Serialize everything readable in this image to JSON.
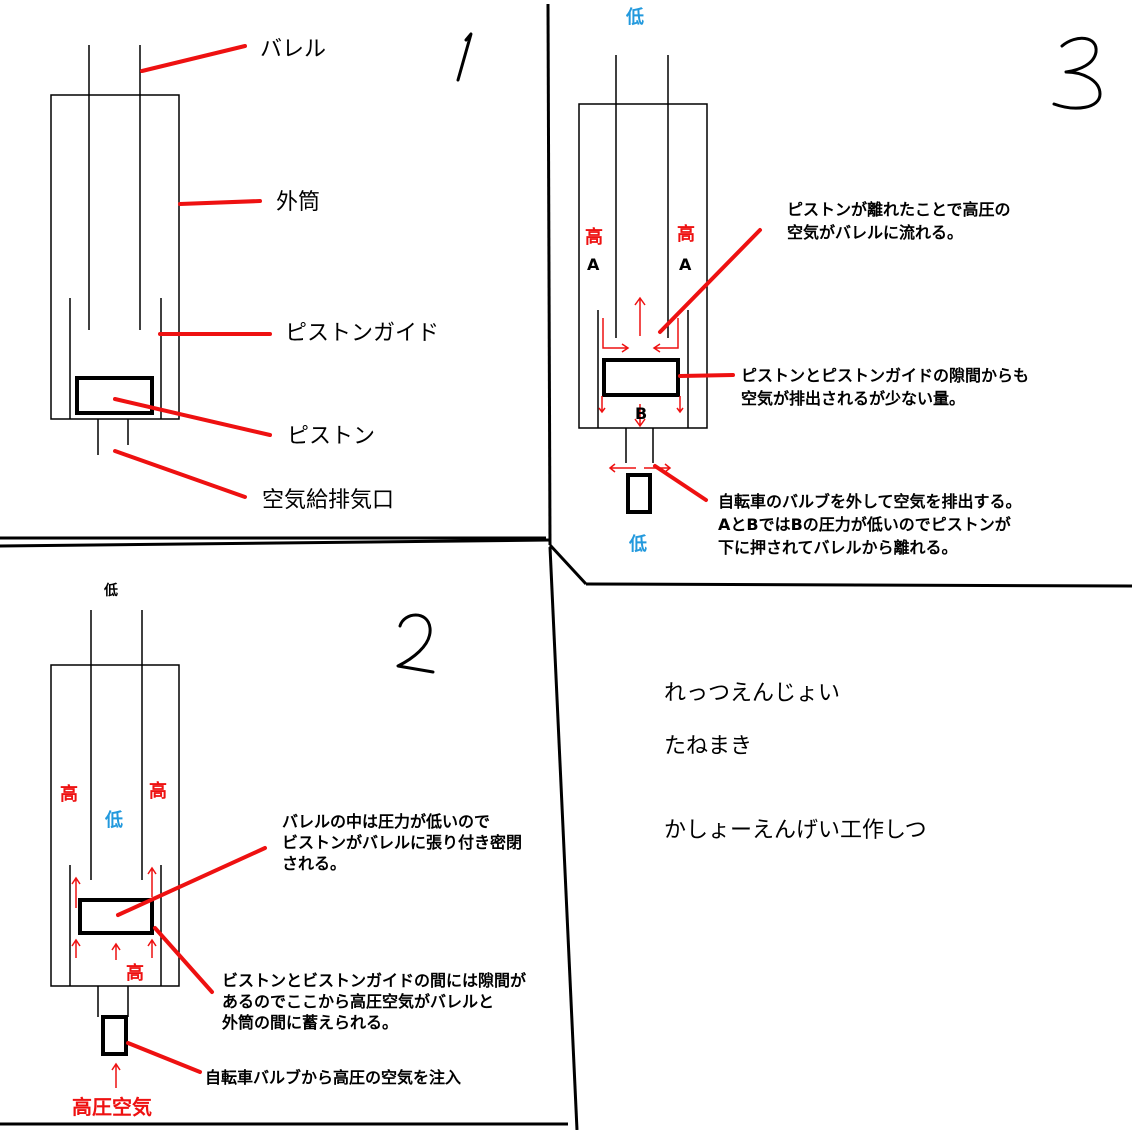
{
  "panel1": {
    "number": "1",
    "labels": {
      "barrel": "バレル",
      "outer": "外筒",
      "guide": "ピストンガイド",
      "piston": "ピストン",
      "port": "空気給排気口"
    }
  },
  "panel2": {
    "number": "2",
    "low_top": "低",
    "high": "高",
    "low_mid": "低",
    "note_barrel": [
      "バレルの中は圧力が低いので",
      "ビストンがバレルに張り付き密閉",
      "される。"
    ],
    "note_gap": [
      "ビストンとビストンガイドの間には隙間が",
      "あるのでここから高圧空気がバレルと",
      "外筒の間に蓄えられる。"
    ],
    "note_inject": "自転車バルブから高圧の空気を注入",
    "high_air": "高圧空気"
  },
  "panel3": {
    "number": "3",
    "low_top": "低",
    "high": "高",
    "a": "A",
    "b": "B",
    "low_bottom": "低",
    "note_flow": [
      "ピストンが離れたことで高圧の",
      "空気がバレルに流れる。"
    ],
    "note_leak": [
      "ピストンとピストンガイドの隙間からも",
      "空気が排出されるが少ない量。"
    ],
    "note_release": [
      "自転車のバルブを外して空気を排出する。",
      "AとBではBの圧力が低いのでピストンが",
      "下に押されてバレルから離れる。"
    ]
  },
  "credits": [
    "れっつえんじょい",
    "たねまき",
    "かしょーえんげい工作しつ"
  ],
  "colors": {
    "red": "#ee1111",
    "blue": "#2299dd",
    "black": "#000000"
  }
}
